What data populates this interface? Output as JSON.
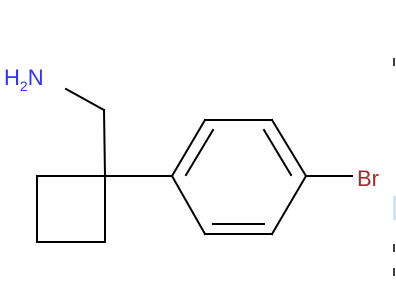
{
  "molecule": {
    "labels": {
      "amine_h": "H",
      "amine_sub": "2",
      "amine_n": "N",
      "bromine": "Br"
    },
    "colors": {
      "amine": "#3232ff",
      "bromine": "#a52a2a",
      "bond": "#000000",
      "edge_accent": "#c9e8f5"
    }
  }
}
